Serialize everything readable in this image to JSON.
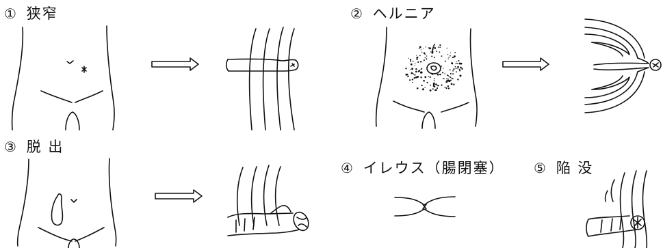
{
  "panels": [
    {
      "number": "①",
      "label": "狭窄"
    },
    {
      "number": "②",
      "label": "ヘルニア"
    },
    {
      "number": "③",
      "label": "脱 出"
    },
    {
      "number": "④",
      "label": "イレウス（腸閉塞）"
    },
    {
      "number": "⑤",
      "label": "陥 没"
    }
  ]
}
